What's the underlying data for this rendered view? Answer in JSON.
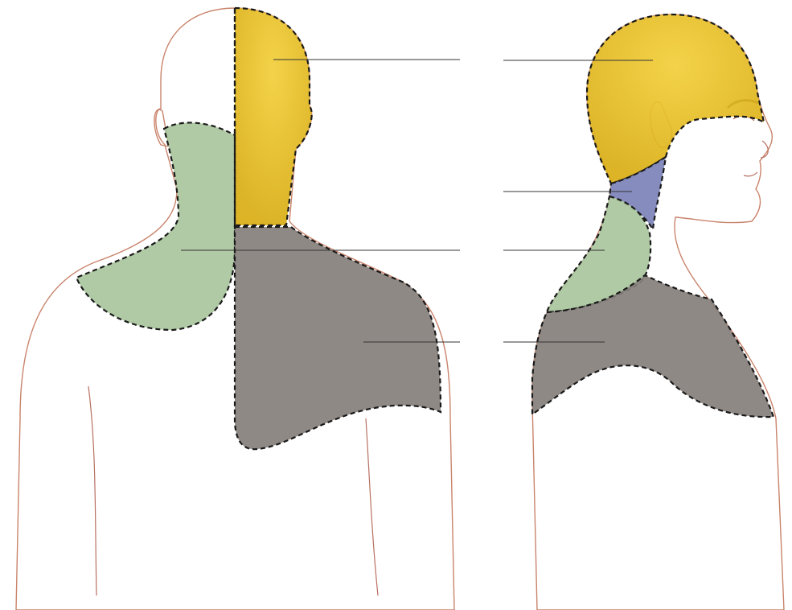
{
  "figure": {
    "views": [
      "posterior",
      "lateral"
    ],
    "regions": [
      {
        "id": "scalp",
        "color": "#e6bf22"
      },
      {
        "id": "upper-neck",
        "color": "#9aba92"
      },
      {
        "id": "anterior-neck",
        "color": "#7f86b8"
      },
      {
        "id": "shoulder-cape",
        "color": "#7f7a76"
      }
    ],
    "skin": {
      "base": "#f4d7c8",
      "shade": "#e9b9a2",
      "outline": "#c9846c"
    },
    "labels": []
  }
}
